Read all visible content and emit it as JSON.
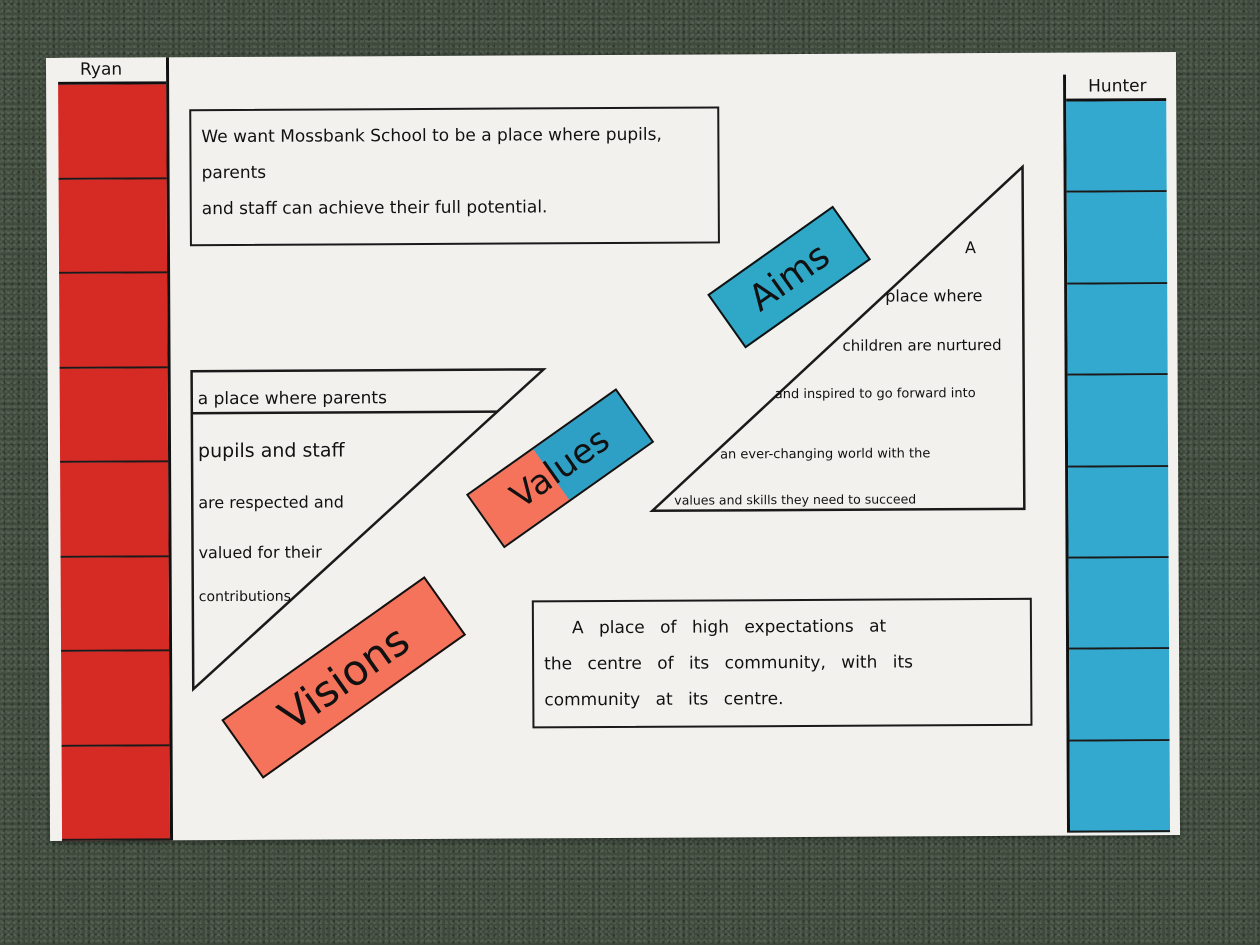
{
  "poster": {
    "left_strip": {
      "name": "Ryan",
      "color": "#d62a25",
      "cells": 8
    },
    "right_strip": {
      "name": "Hunter",
      "color": "#33a9d0",
      "cells": 8
    },
    "top_box": {
      "lines": [
        "We want Mossbank School to be a place where pupils, parents",
        "and staff can achieve their full potential."
      ]
    },
    "values_triangle": {
      "lines": [
        "a place where parents",
        "pupils and staff",
        "are respected and",
        "valued for their",
        "contributions"
      ]
    },
    "aims_triangle": {
      "lines": [
        "A",
        "place where",
        "children are nurtured",
        "and inspired to go forward into",
        "an ever-changing world with the",
        "values and skills they need to succeed"
      ]
    },
    "bottom_box": {
      "lines": [
        "A place of high expectations at",
        "the centre of its community, with its",
        "community at its centre."
      ]
    },
    "labels": {
      "aims": "Aims",
      "values": "Values",
      "visions": "Visions"
    },
    "colors": {
      "orange": "#f5735a",
      "blue": "#2fa8c8",
      "red": "#d62a25",
      "paper": "#f2f1ee"
    }
  }
}
